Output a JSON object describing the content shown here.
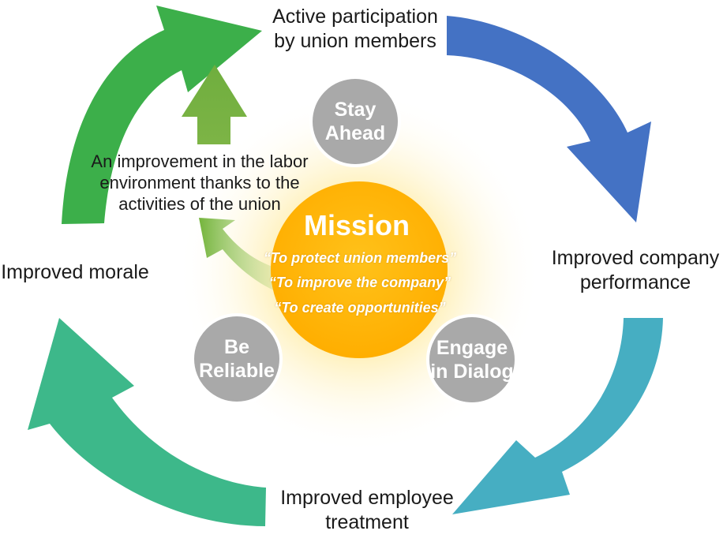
{
  "cycle": {
    "top_label": [
      "Active participation",
      "by  union members"
    ],
    "right_label": [
      "Improved company",
      "performance"
    ],
    "bottom_label": [
      "Improved employee",
      "treatment"
    ],
    "left_label": [
      "Improved morale"
    ]
  },
  "inner_note": [
    "An improvement in the labor",
    "environment thanks to the",
    "activities of the union"
  ],
  "mission": {
    "title": "Mission",
    "quotes": [
      "“To protect union members”",
      "“To improve the company”",
      "“To create opportunities”"
    ]
  },
  "values": {
    "stay_ahead": [
      "Stay",
      "Ahead"
    ],
    "be_reliable": [
      "Be",
      "Reliable"
    ],
    "engage_in_dialog": [
      "Engage",
      "in Dialog"
    ]
  },
  "colors": {
    "arrow_blue": "#4472C4",
    "arrow_teal": "#46AEC2",
    "arrow_seagreen": "#3DB88A",
    "arrow_green": "#3CAF4A",
    "inner_arrow_green": "#6FAE3E",
    "mission_orange": "#FFB400",
    "value_circle_gray": "#A9A9A9"
  }
}
